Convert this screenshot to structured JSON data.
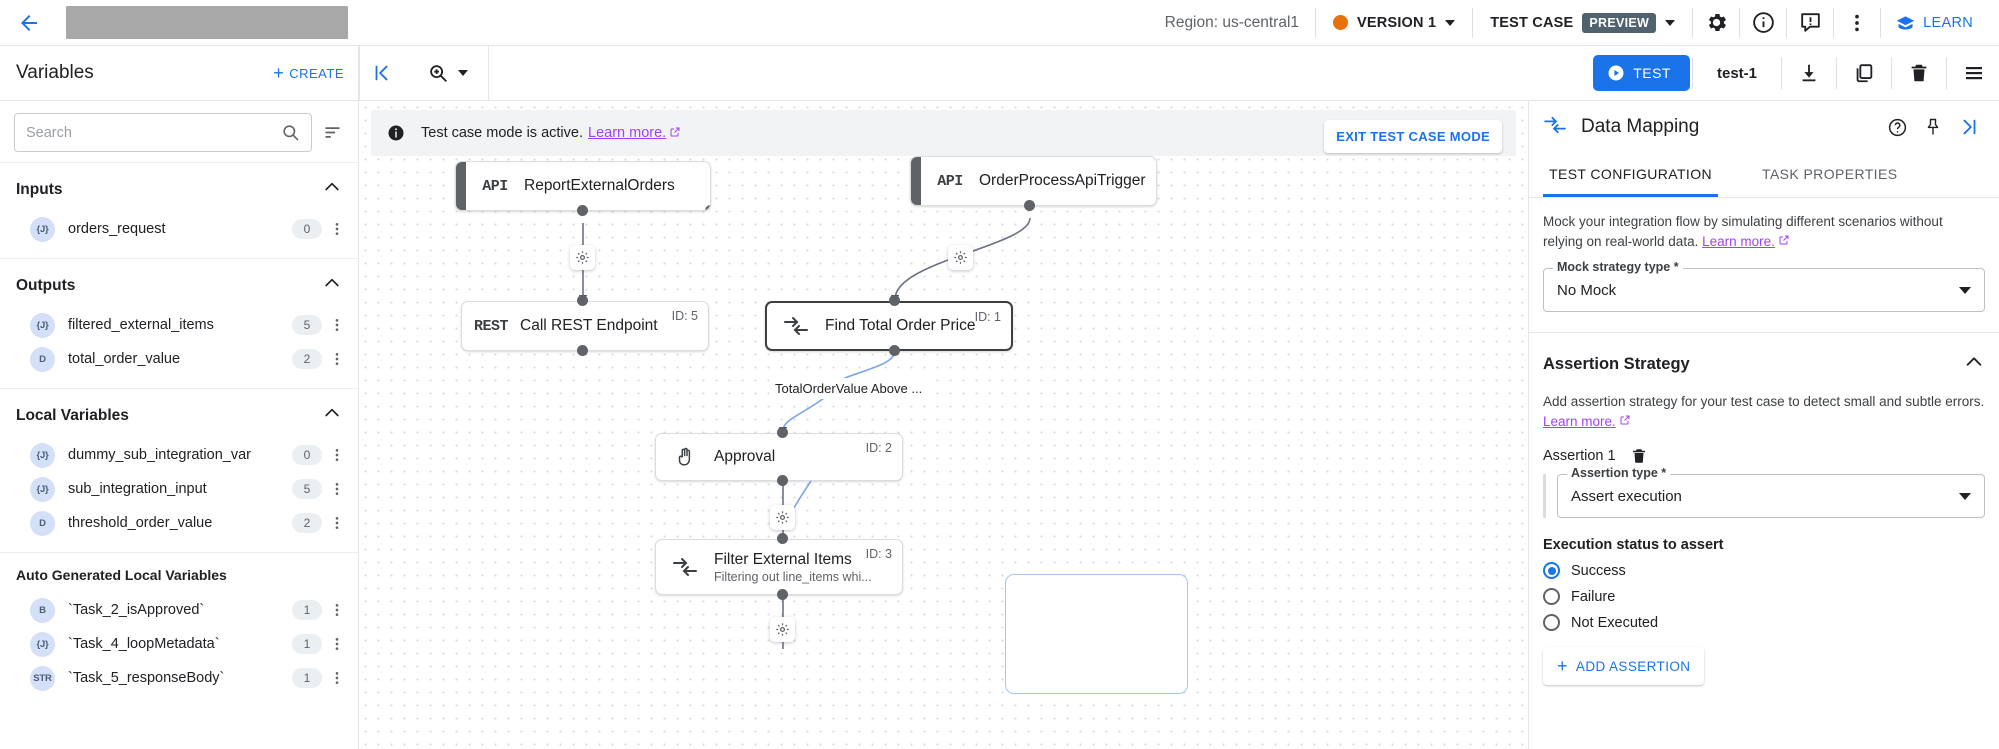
{
  "appbar": {
    "back_icon": "back-arrow-icon",
    "region": "Region: us-central1",
    "version_label": "VERSION 1",
    "test_case_label": "TEST CASE",
    "preview_badge": "PREVIEW",
    "learn_label": "LEARN",
    "icons": [
      "gear-icon",
      "info-icon",
      "feedback-icon",
      "overflow-menu-icon"
    ],
    "accent": "#1a73e8",
    "version_dot_color": "#e8710a",
    "preview_chip_bg": "#50626e"
  },
  "subbar": {
    "variables_title": "Variables",
    "create_label": "CREATE",
    "collapse_icon": "collapse-panel-icon",
    "zoom_icon": "zoom-icon",
    "test_label": "TEST",
    "test_name": "test-1",
    "icons": [
      "download-icon",
      "duplicate-icon",
      "delete-icon",
      "list-icon"
    ]
  },
  "sidebar": {
    "search": {
      "placeholder": "Search",
      "value": ""
    },
    "sections": [
      {
        "title": "Inputs",
        "items": [
          {
            "type": "{J}",
            "name": "orders_request",
            "count": "0"
          }
        ]
      },
      {
        "title": "Outputs",
        "items": [
          {
            "type": "{J}",
            "name": "filtered_external_items",
            "count": "5"
          },
          {
            "type": "D",
            "name": "total_order_value",
            "count": "2"
          }
        ]
      },
      {
        "title": "Local Variables",
        "items": [
          {
            "type": "{J}",
            "name": "dummy_sub_integration_var",
            "count": "0"
          },
          {
            "type": "{J}",
            "name": "sub_integration_input",
            "count": "5"
          },
          {
            "type": "D",
            "name": "threshold_order_value",
            "count": "2"
          }
        ]
      },
      {
        "title": "Auto Generated Local Variables",
        "small": true,
        "items": [
          {
            "type": "B",
            "name": "`Task_2_isApproved`",
            "count": "1"
          },
          {
            "type": "{J}",
            "name": "`Task_4_loopMetadata`",
            "count": "1"
          },
          {
            "type": "STR",
            "name": "`Task_5_responseBody`",
            "count": "1"
          }
        ]
      }
    ]
  },
  "canvas": {
    "banner": {
      "text": "Test case mode is active.",
      "link": "Learn more.",
      "exit_label": "EXIT TEST CASE MODE"
    },
    "nodes": [
      {
        "key": "report_external_orders",
        "icon_text": "API",
        "label": "ReportExternalOrders",
        "id_text": "",
        "sub": ""
      },
      {
        "key": "order_process_api_trigger",
        "icon_text": "API",
        "label": "OrderProcessApiTrigger",
        "id_text": "",
        "sub": ""
      },
      {
        "key": "call_rest_endpoint",
        "icon_text": "REST",
        "label": "Call REST Endpoint",
        "id_text": "ID: 5",
        "sub": ""
      },
      {
        "key": "find_total_order_price",
        "icon_text": "map",
        "label": "Find Total Order Price",
        "id_text": "ID: 1",
        "sub": ""
      },
      {
        "key": "approval",
        "icon_text": "hand",
        "label": "Approval",
        "id_text": "ID: 2",
        "sub": ""
      },
      {
        "key": "filter_external_items",
        "icon_text": "map",
        "label": "Filter External Items",
        "id_text": "ID: 3",
        "sub": "Filtering out line_items whi..."
      }
    ],
    "edge_label": "TotalOrderValue Above ..."
  },
  "rightpanel": {
    "title": "Data Mapping",
    "header_icons": [
      "help-icon",
      "pin-icon",
      "expand-panel-icon"
    ],
    "tabs": [
      {
        "label": "TEST CONFIGURATION",
        "active": true
      },
      {
        "label": "TASK PROPERTIES",
        "active": false
      }
    ],
    "mock_desc": "Mock your integration flow by simulating different scenarios without relying on real-world data.",
    "mock_link": "Learn more.",
    "mock_field_label": "Mock strategy type *",
    "mock_field_value": "No Mock",
    "assertion_section_title": "Assertion Strategy",
    "assertion_desc": "Add assertion strategy for your test case to detect small and subtle errors.",
    "assertion_link": "Learn more.",
    "assertion_item_label": "Assertion 1",
    "assertion_delete_icon": "delete-icon",
    "assertion_type_label": "Assertion type *",
    "assertion_type_value": "Assert execution",
    "exec_status_title": "Execution status to assert",
    "radios": [
      {
        "label": "Success",
        "selected": true
      },
      {
        "label": "Failure",
        "selected": false
      },
      {
        "label": "Not Executed",
        "selected": false
      }
    ],
    "add_assertion_label": "ADD ASSERTION"
  }
}
